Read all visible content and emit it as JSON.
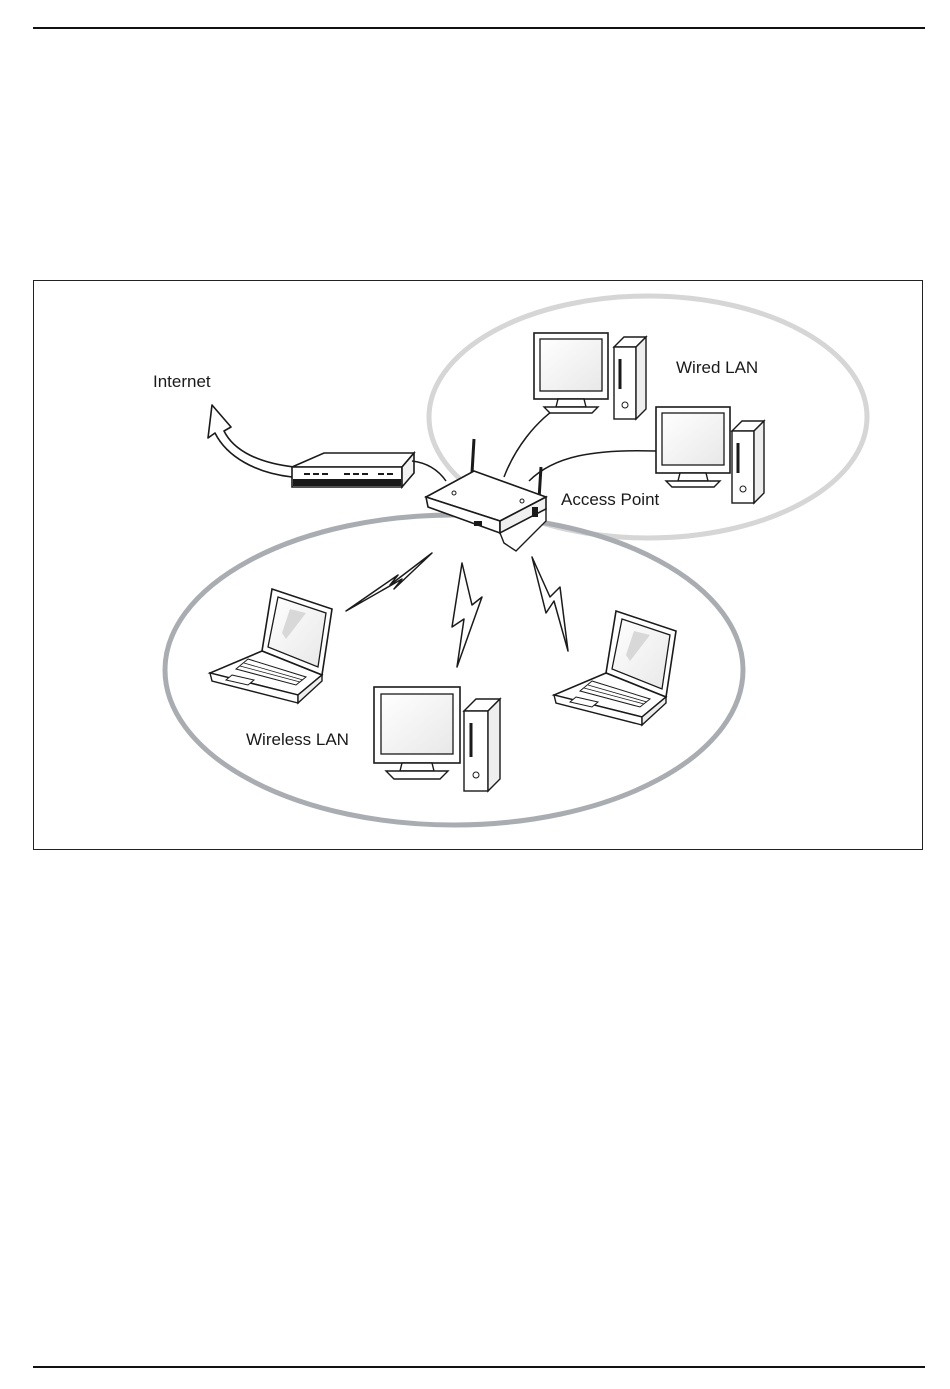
{
  "diagram": {
    "labels": {
      "internet": "Internet",
      "wired_lan": "Wired LAN",
      "access_point": "Access Point",
      "wireless_lan": "Wireless LAN"
    },
    "colors": {
      "wired_zone": "#d6d6d6",
      "wireless_zone": "#a9adb2",
      "line": "#1a1a1a"
    },
    "icons": [
      "modem-icon",
      "access-point-icon",
      "desktop-computer-icon",
      "laptop-icon",
      "wireless-signal-icon",
      "internet-arrow-icon"
    ]
  }
}
